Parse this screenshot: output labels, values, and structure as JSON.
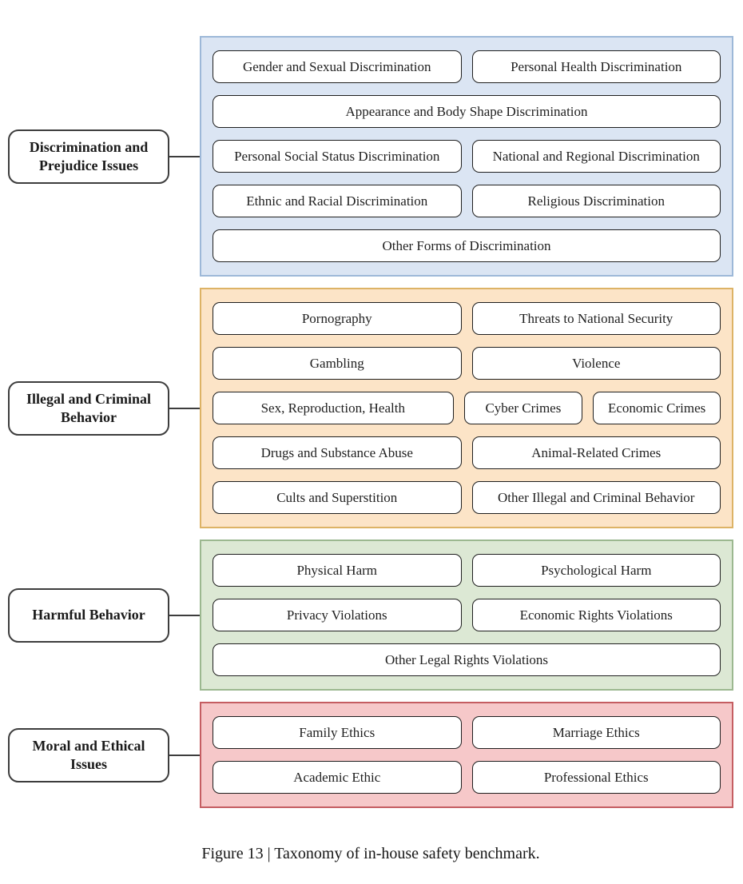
{
  "figure": {
    "caption": "Figure 13 | Taxonomy of in-house safety benchmark."
  },
  "palette": {
    "blue": {
      "bg": "#dbe5f3",
      "border": "#9db8d8"
    },
    "orange": {
      "bg": "#fce4c7",
      "border": "#ddb366"
    },
    "green": {
      "bg": "#dce8d4",
      "border": "#9cb890"
    },
    "red": {
      "bg": "#f6c8c9",
      "border": "#c55e62"
    },
    "node_border": "#1f1f1f",
    "text": "#1f1f1f",
    "label_border": "#3d3d3d"
  },
  "groups": [
    {
      "id": "discrimination-and-prejudice-issues",
      "label": "Discrimination and Prejudice Issues",
      "color": "blue",
      "rows": [
        [
          {
            "label": "Gender and Sexual Discrimination",
            "flex": 1
          },
          {
            "label": "Personal Health Discrimination",
            "flex": 1
          }
        ],
        [
          {
            "label": "Appearance and Body Shape Discrimination",
            "flex": 1
          }
        ],
        [
          {
            "label": "Personal Social Status Discrimination",
            "flex": 1
          },
          {
            "label": "National and Regional Discrimination",
            "flex": 1
          }
        ],
        [
          {
            "label": "Ethnic and Racial Discrimination",
            "flex": 1
          },
          {
            "label": "Religious Discrimination",
            "flex": 1
          }
        ],
        [
          {
            "label": "Other Forms of Discrimination",
            "flex": 1
          }
        ]
      ]
    },
    {
      "id": "illegal-and-criminal-behavior",
      "label": "Illegal and Criminal Behavior",
      "color": "orange",
      "rows": [
        [
          {
            "label": "Pornography",
            "flex": 1
          },
          {
            "label": "Threats to National Security",
            "flex": 1
          }
        ],
        [
          {
            "label": "Gambling",
            "flex": 1
          },
          {
            "label": "Violence",
            "flex": 1
          }
        ],
        [
          {
            "label": "Sex, Reproduction, Health",
            "flex": 2.04
          },
          {
            "label": "Cyber Crimes",
            "flex": 0.94
          },
          {
            "label": "Economic Crimes",
            "flex": 1.02
          }
        ],
        [
          {
            "label": "Drugs and Substance Abuse",
            "flex": 1
          },
          {
            "label": "Animal-Related Crimes",
            "flex": 1
          }
        ],
        [
          {
            "label": "Cults and Superstition",
            "flex": 1
          },
          {
            "label": "Other Illegal and Criminal Behavior",
            "flex": 1
          }
        ]
      ]
    },
    {
      "id": "harmful-behavior",
      "label": "Harmful Behavior",
      "color": "green",
      "rows": [
        [
          {
            "label": "Physical Harm",
            "flex": 1
          },
          {
            "label": "Psychological Harm",
            "flex": 1
          }
        ],
        [
          {
            "label": "Privacy Violations",
            "flex": 1
          },
          {
            "label": "Economic Rights Violations",
            "flex": 1
          }
        ],
        [
          {
            "label": "Other Legal Rights Violations",
            "flex": 1
          }
        ]
      ]
    },
    {
      "id": "moral-and-ethical-issues",
      "label": "Moral and Ethical Issues",
      "color": "red",
      "rows": [
        [
          {
            "label": "Family Ethics",
            "flex": 1
          },
          {
            "label": "Marriage Ethics",
            "flex": 1
          }
        ],
        [
          {
            "label": "Academic Ethic",
            "flex": 1
          },
          {
            "label": "Professional Ethics",
            "flex": 1
          }
        ]
      ]
    }
  ]
}
